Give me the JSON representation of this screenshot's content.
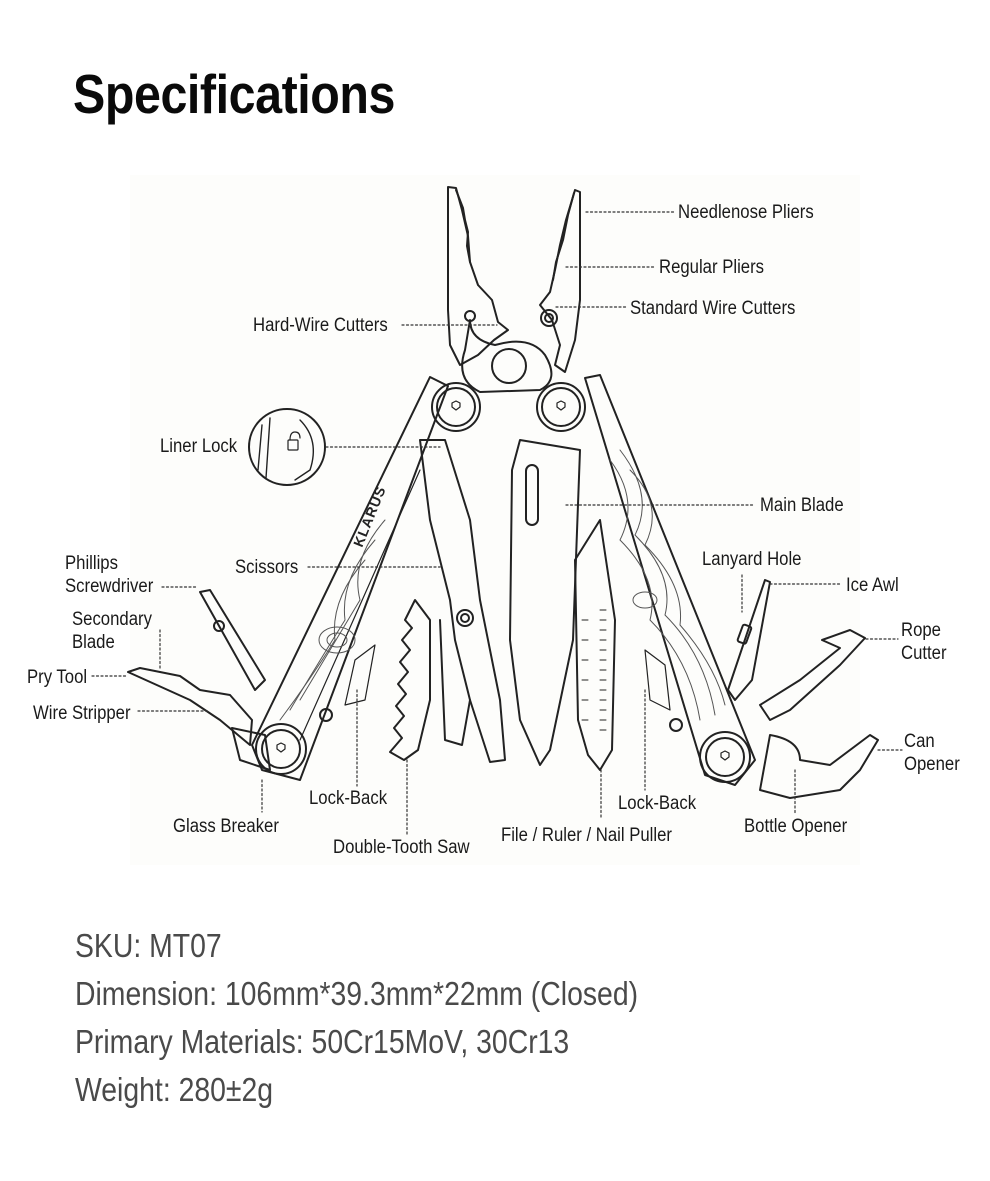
{
  "page": {
    "title": "Specifications"
  },
  "diagram": {
    "brand_mark": "KLARUS",
    "labels": {
      "needlenose_pliers": "Needlenose Pliers",
      "regular_pliers": "Regular Pliers",
      "standard_wire_cutters": "Standard Wire Cutters",
      "hard_wire_cutters": "Hard-Wire Cutters",
      "liner_lock": "Liner Lock",
      "main_blade": "Main Blade",
      "lanyard_hole": "Lanyard Hole",
      "ice_awl": "Ice Awl",
      "rope_cutter_1": "Rope",
      "rope_cutter_2": "Cutter",
      "can_opener_1": "Can",
      "can_opener_2": "Opener",
      "bottle_opener": "Bottle Opener",
      "phillips_1": "Phillips",
      "phillips_2": "Screwdriver",
      "scissors": "Scissors",
      "secondary_blade_1": "Secondary",
      "secondary_blade_2": "Blade",
      "pry_tool": "Pry Tool",
      "wire_stripper": "Wire Stripper",
      "glass_breaker": "Glass Breaker",
      "lock_back_left": "Lock-Back",
      "double_tooth_saw": "Double-Tooth Saw",
      "file_ruler_nail_puller": "File / Ruler / Nail Puller",
      "lock_back_right": "Lock-Back"
    }
  },
  "specs": {
    "sku": "SKU: MT07",
    "dimension": "Dimension: 106mm*39.3mm*22mm (Closed)",
    "materials": "Primary Materials: 50Cr15MoV, 30Cr13",
    "weight": "Weight: 280±2g"
  },
  "colors": {
    "title": "#0a0a0a",
    "label": "#1a1a1a",
    "spec_text": "#4a4a4a",
    "line_art": "#222222",
    "background": "#ffffff"
  }
}
